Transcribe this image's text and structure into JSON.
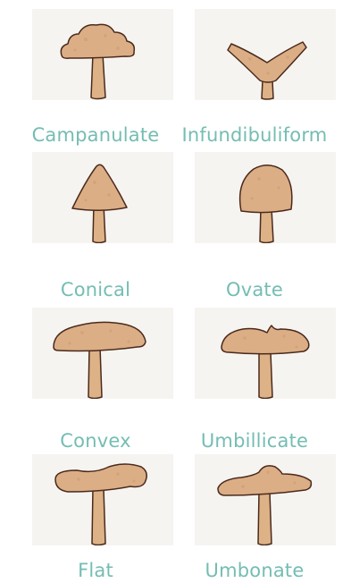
{
  "label_color": "#74bdb3",
  "illustration_colors": {
    "cap_fill": "#dcae86",
    "stem_fill": "#ddb287",
    "outline": "#4a2a1c",
    "tile_background": "#f6f4f1"
  },
  "cap_shapes": [
    {
      "label": "Campanulate",
      "illustration": "campanulate-mushroom-icon"
    },
    {
      "label": "Infundibuliform",
      "illustration": "infundibuliform-mushroom-icon"
    },
    {
      "label": "Conical",
      "illustration": "conical-mushroom-icon"
    },
    {
      "label": "Ovate",
      "illustration": "ovate-mushroom-icon"
    },
    {
      "label": "Convex",
      "illustration": "convex-mushroom-icon"
    },
    {
      "label": "Umbillicate",
      "illustration": "umbillicate-mushroom-icon"
    },
    {
      "label": "Flat",
      "illustration": "flat-mushroom-icon"
    },
    {
      "label": "Umbonate",
      "illustration": "umbonate-mushroom-icon"
    }
  ]
}
